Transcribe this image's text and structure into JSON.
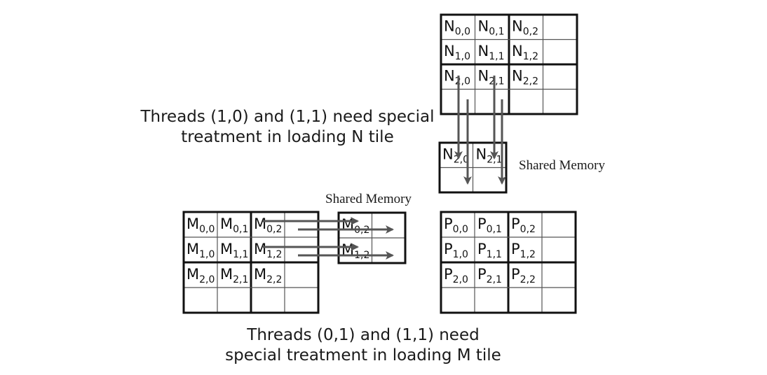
{
  "captions": {
    "n_tile_line1": "Threads (1,0) and (1,1) need special",
    "n_tile_line2": "treatment in loading N tile",
    "m_tile_line1": "Threads (0,1) and (1,1) need",
    "m_tile_line2": "special treatment in loading M tile"
  },
  "shared_memory_labels": {
    "n": "Shared Memory",
    "m": "Shared Memory"
  },
  "matrices": {
    "N": {
      "letter": "N",
      "rows": [
        [
          "0,0",
          "0,1",
          "0,2",
          ""
        ],
        [
          "1,0",
          "1,1",
          "1,2",
          ""
        ],
        [
          "2,0",
          "2,1",
          "2,2",
          ""
        ],
        [
          "",
          "",
          "",
          ""
        ]
      ]
    },
    "M": {
      "letter": "M",
      "rows": [
        [
          "0,0",
          "0,1",
          "0,2",
          ""
        ],
        [
          "1,0",
          "1,1",
          "1,2",
          ""
        ],
        [
          "2,0",
          "2,1",
          "2,2",
          ""
        ],
        [
          "",
          "",
          "",
          ""
        ]
      ]
    },
    "P": {
      "letter": "P",
      "rows": [
        [
          "0,0",
          "0,1",
          "0,2",
          ""
        ],
        [
          "1,0",
          "1,1",
          "1,2",
          ""
        ],
        [
          "2,0",
          "2,1",
          "2,2",
          ""
        ],
        [
          "",
          "",
          "",
          ""
        ]
      ]
    }
  },
  "shared_tiles": {
    "N": {
      "letter": "N",
      "rows": [
        [
          "2,0",
          "2,1"
        ],
        [
          "",
          ""
        ]
      ]
    },
    "M": {
      "letter": "M",
      "rows": [
        [
          "0,2",
          ""
        ],
        [
          "1,2",
          ""
        ]
      ]
    }
  },
  "colors": {
    "line": "#111111",
    "grid": "#555555",
    "arrow": "#555555"
  }
}
